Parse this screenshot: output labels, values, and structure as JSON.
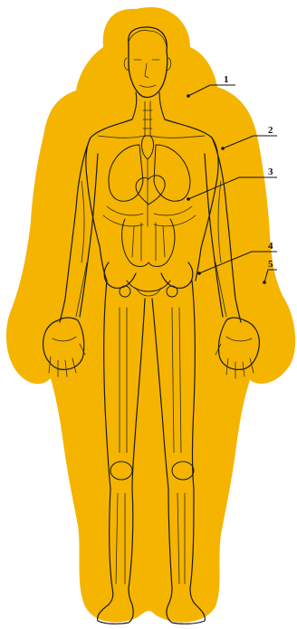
{
  "colors": {
    "halo": "#F5B400",
    "ink": "#1a1a1a",
    "paper": "#ffffff"
  },
  "callouts": [
    {
      "label": "1"
    },
    {
      "label": "2"
    },
    {
      "label": "3"
    },
    {
      "label": "4"
    },
    {
      "label": "5"
    }
  ]
}
